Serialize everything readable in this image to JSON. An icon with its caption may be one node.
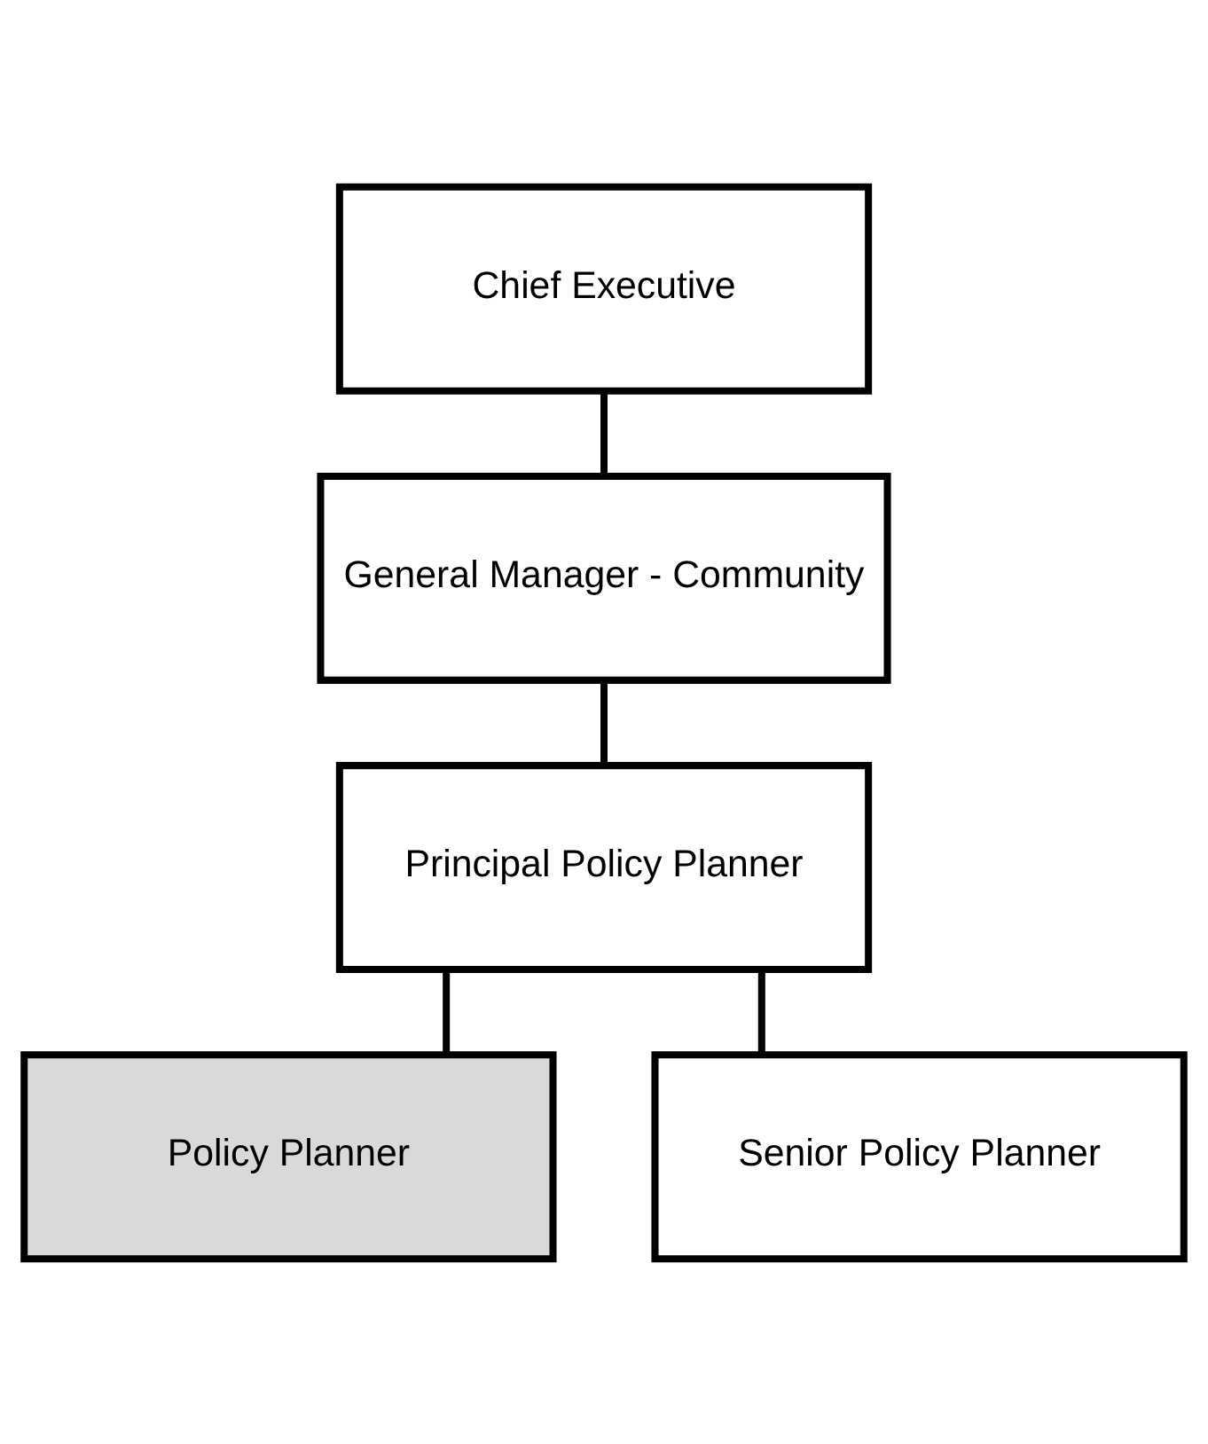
{
  "diagram": {
    "nodes": [
      {
        "text": [
          "Chief Executive"
        ]
      },
      {
        "text": [
          "General Manager - Community"
        ]
      },
      {
        "text": [
          "Principal Policy Planner"
        ]
      },
      {
        "text": [
          "Policy Planner"
        ]
      },
      {
        "text": [
          "Senior Policy Planner"
        ]
      }
    ],
    "edges": [
      {
        "from": 0,
        "to": 1,
        "arrow": "none"
      },
      {
        "from": 1,
        "to": 2,
        "arrow": "none"
      },
      {
        "from": 2,
        "to": 3,
        "arrow": "none"
      },
      {
        "from": 2,
        "to": 4,
        "arrow": "none"
      }
    ]
  }
}
